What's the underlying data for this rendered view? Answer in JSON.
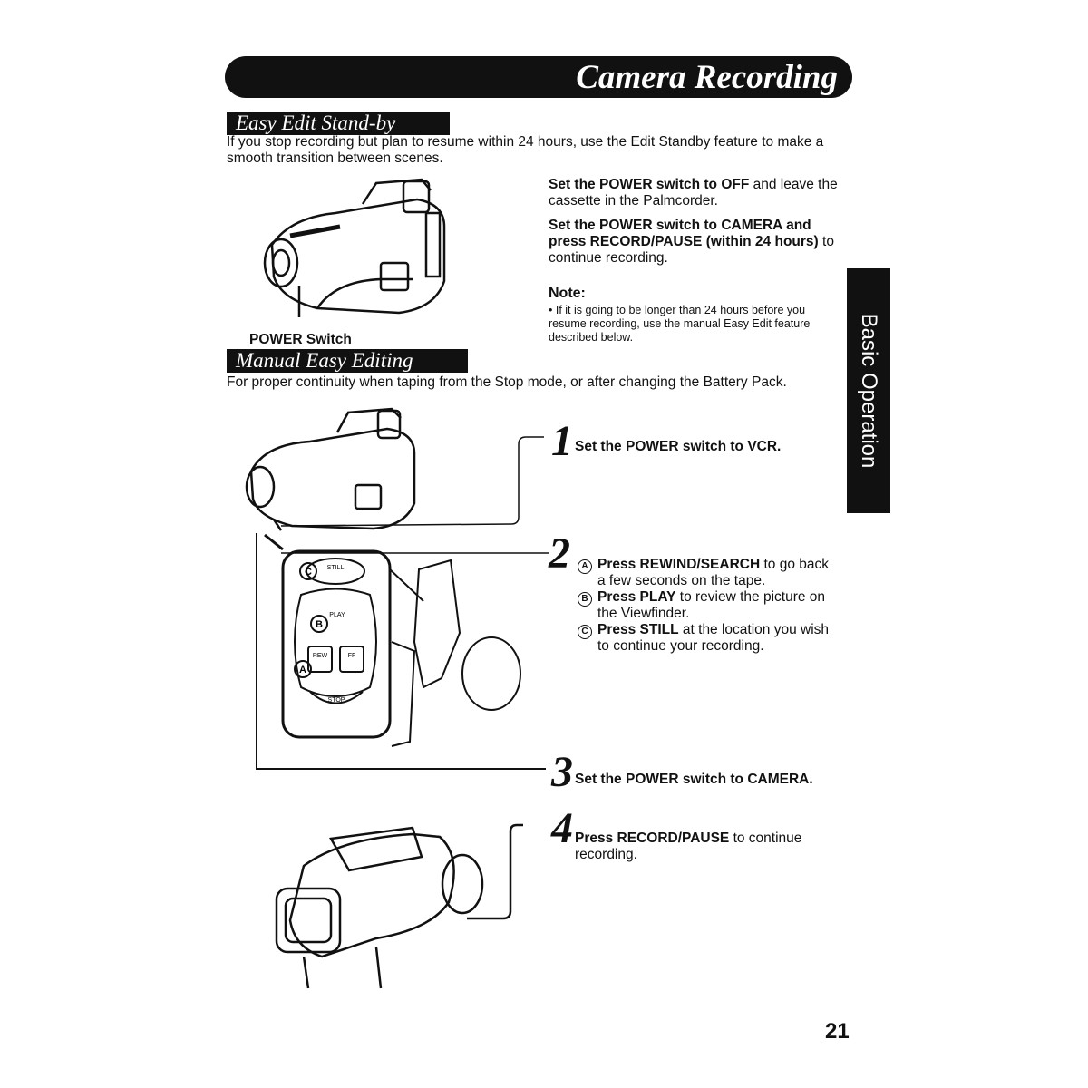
{
  "header": {
    "title": "Camera Recording"
  },
  "side_tab": {
    "label": "Basic Operation"
  },
  "easy_edit": {
    "heading": "Easy Edit Stand-by",
    "intro": "If you stop recording but plan to resume within 24 hours, use the Edit Standby feature to make a smooth transition between scenes.",
    "step_a_bold": "Set the POWER switch to OFF",
    "step_a_rest": " and leave the cassette in the Palmcorder.",
    "step_b_bold": "Set the POWER switch to CAMERA and press RECORD/PAUSE (within 24 hours)",
    "step_b_rest": " to continue recording.",
    "note_title": "Note:",
    "note_text": "• If it is going to be longer than 24 hours before you resume recording, use the manual Easy Edit feature described below.",
    "power_switch_label": "POWER Switch"
  },
  "manual_edit": {
    "heading": "Manual Easy Editing",
    "intro": "For proper continuity when taping from the Stop mode, or after changing the Battery Pack.",
    "steps": [
      {
        "num": "1",
        "bold": "Set the POWER switch to VCR.",
        "rest": ""
      },
      {
        "num": "2"
      },
      {
        "num": "3",
        "bold": "Set the POWER switch to CAMERA.",
        "rest": ""
      },
      {
        "num": "4",
        "bold": "Press RECORD/PAUSE",
        "rest": " to continue recording."
      }
    ],
    "step2_items": [
      {
        "letter": "A",
        "bold": "Press REWIND/SEARCH",
        "rest": " to go back a few seconds on the tape."
      },
      {
        "letter": "B",
        "bold": "Press PLAY",
        "rest": " to review the picture on the Viewfinder."
      },
      {
        "letter": "C",
        "bold": "Press STILL",
        "rest": " at the location you wish to continue your recording."
      }
    ],
    "panel_labels": {
      "still": "STILL",
      "play": "PLAY",
      "rew": "REW",
      "ff": "FF",
      "stop": "STOP",
      "a": "A",
      "b": "B",
      "c": "C"
    }
  },
  "footer": {
    "page_number": "21"
  }
}
